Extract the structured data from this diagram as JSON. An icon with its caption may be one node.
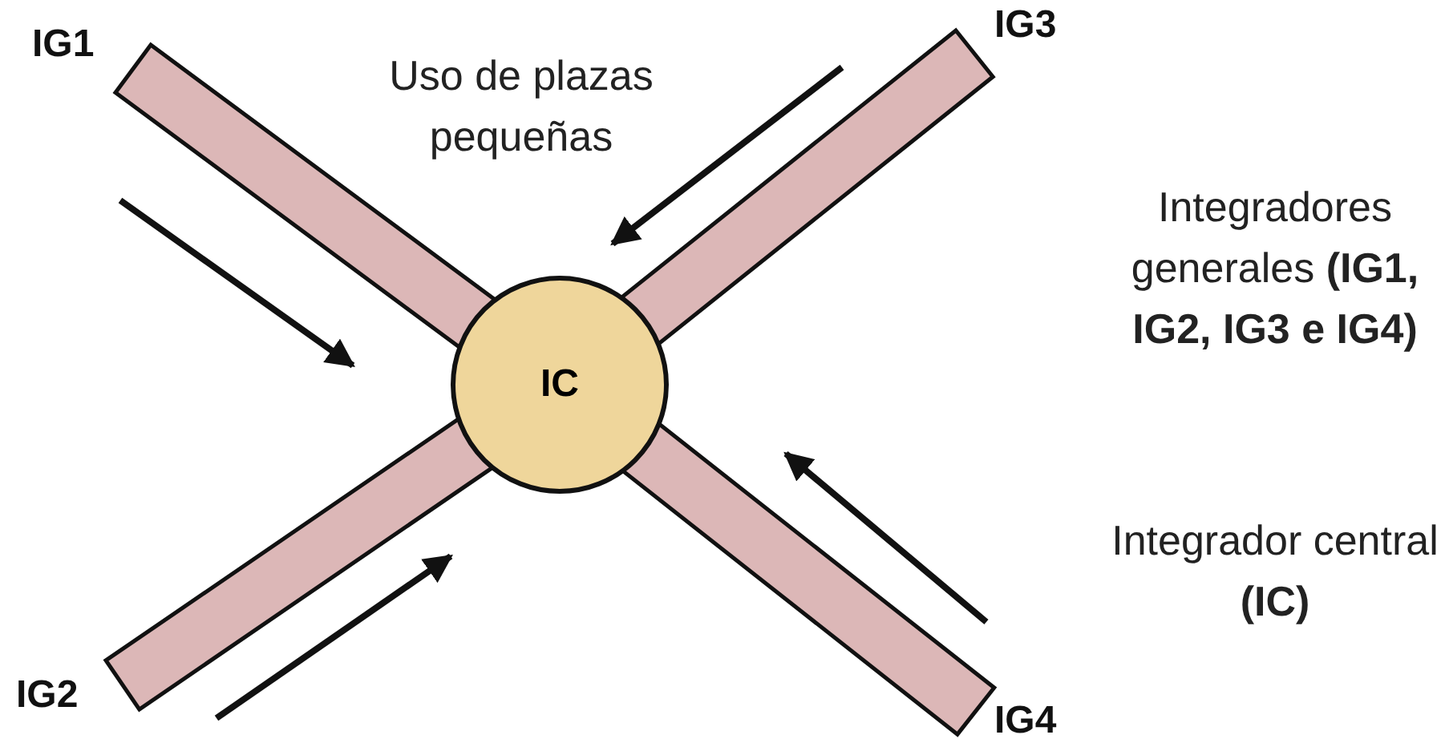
{
  "diagram": {
    "nodes": [
      {
        "text": [
          "IG1"
        ]
      },
      {
        "text": [
          "IG3"
        ]
      },
      {
        "text": [
          "IC"
        ]
      },
      {
        "text": [
          "IG2"
        ]
      },
      {
        "text": [
          "IG4"
        ]
      }
    ],
    "labels": [
      "Uso de plazas pequeñas",
      "Integradores generales **(IG1, IG2, IG3 e IG4)**",
      "Integrador central **(IC)**"
    ]
  }
}
